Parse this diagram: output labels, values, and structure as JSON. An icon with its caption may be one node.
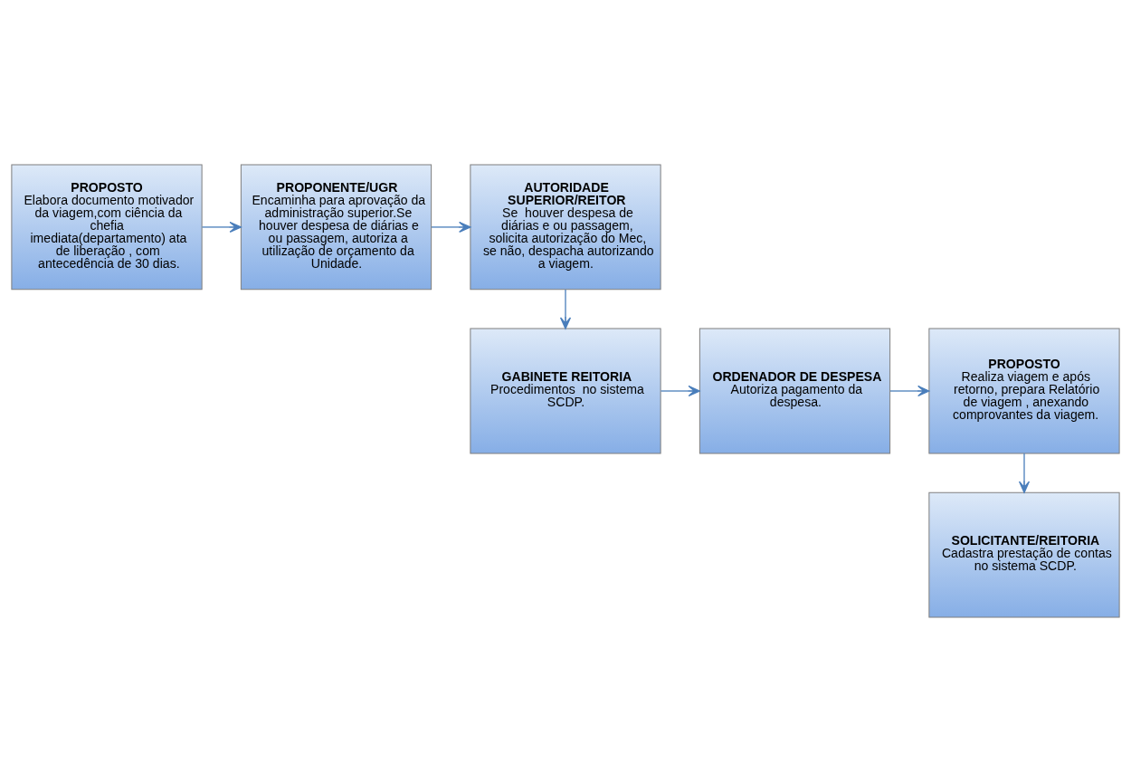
{
  "diagram": {
    "nodes": [
      {
        "text": [
          "PROPOSTO",
          "Elabora documento motivador da viagem,com ciência da chefia imediata(departamento) ata de liberação , com antecedência de 30 dias."
        ]
      },
      {
        "text": [
          "PROPONENTE/UGR",
          "Encaminha para aprovação da administração superior.Se houver despesa de diárias e ou passagem, autoriza a utilização de orçamento da Unidade."
        ]
      },
      {
        "text": [
          "AUTORIDADE SUPERIOR/REITOR",
          "Se  houver despesa de diárias e ou passagem, solicita autorização do Mec, se não, despacha autorizando a viagem."
        ]
      },
      {
        "text": [
          "GABINETE REITORIA",
          "Procedimentos  no sistema SCDP."
        ]
      },
      {
        "text": [
          "ORDENADOR DE DESPESA",
          "Autoriza pagamento da despesa."
        ]
      },
      {
        "text": [
          "PROPOSTO",
          "Realiza viagem e após retorno, prepara Relatório de viagem , anexando comprovantes da viagem."
        ]
      },
      {
        "text": [
          "SOLICITANTE/REITORIA",
          "Cadastra prestação de contas no sistema SCDP."
        ]
      }
    ],
    "edges": [
      {
        "from": 0,
        "to": 1,
        "arrow": "to"
      },
      {
        "from": 1,
        "to": 2,
        "arrow": "to"
      },
      {
        "from": 2,
        "to": 3,
        "arrow": "to"
      },
      {
        "from": 3,
        "to": 4,
        "arrow": "to"
      },
      {
        "from": 4,
        "to": 5,
        "arrow": "to"
      },
      {
        "from": 5,
        "to": 6,
        "arrow": "to"
      }
    ]
  }
}
